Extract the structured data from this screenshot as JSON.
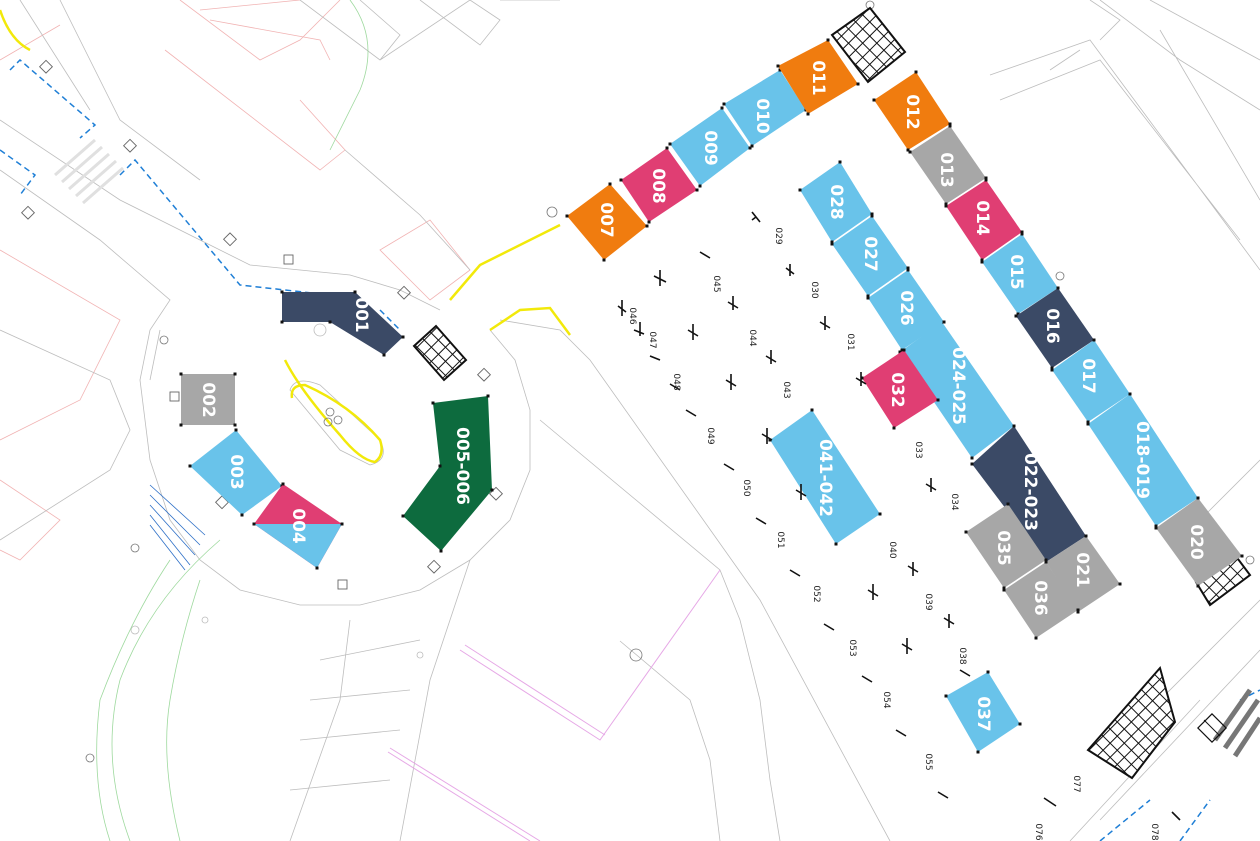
{
  "colors": {
    "light_blue": "#69c3ea",
    "orange": "#f07c0f",
    "pink": "#e03e73",
    "gray": "#a7a7a7",
    "navy": "#3b4a66",
    "green": "#0d6b3e"
  },
  "stalls": [
    {
      "id": "s001",
      "label": "001",
      "color": "navy"
    },
    {
      "id": "s002",
      "label": "002",
      "color": "gray"
    },
    {
      "id": "s003",
      "label": "003",
      "color": "light_blue"
    },
    {
      "id": "s004",
      "label": "004",
      "color": "pink"
    },
    {
      "id": "s005",
      "label": "005-006",
      "color": "green"
    },
    {
      "id": "s007",
      "label": "007",
      "color": "orange"
    },
    {
      "id": "s008",
      "label": "008",
      "color": "pink"
    },
    {
      "id": "s009",
      "label": "009",
      "color": "light_blue"
    },
    {
      "id": "s010",
      "label": "010",
      "color": "light_blue"
    },
    {
      "id": "s011",
      "label": "011",
      "color": "orange"
    },
    {
      "id": "s012",
      "label": "012",
      "color": "orange"
    },
    {
      "id": "s013",
      "label": "013",
      "color": "gray"
    },
    {
      "id": "s014",
      "label": "014",
      "color": "pink"
    },
    {
      "id": "s015",
      "label": "015",
      "color": "light_blue"
    },
    {
      "id": "s016",
      "label": "016",
      "color": "navy"
    },
    {
      "id": "s017",
      "label": "017",
      "color": "light_blue"
    },
    {
      "id": "s018",
      "label": "018-019",
      "color": "light_blue"
    },
    {
      "id": "s020",
      "label": "020",
      "color": "gray"
    },
    {
      "id": "s021",
      "label": "021",
      "color": "gray"
    },
    {
      "id": "s022",
      "label": "022-023",
      "color": "navy"
    },
    {
      "id": "s024",
      "label": "024-025",
      "color": "light_blue"
    },
    {
      "id": "s026",
      "label": "026",
      "color": "light_blue"
    },
    {
      "id": "s027",
      "label": "027",
      "color": "light_blue"
    },
    {
      "id": "s028",
      "label": "028",
      "color": "light_blue"
    },
    {
      "id": "s032",
      "label": "032",
      "color": "pink"
    },
    {
      "id": "s035",
      "label": "035",
      "color": "gray"
    },
    {
      "id": "s036",
      "label": "036",
      "color": "gray"
    },
    {
      "id": "s037",
      "label": "037",
      "color": "light_blue"
    },
    {
      "id": "s041",
      "label": "041-042",
      "color": "light_blue"
    }
  ],
  "spots": [
    "029",
    "030",
    "031",
    "033",
    "034",
    "038",
    "039",
    "040",
    "043",
    "044",
    "045",
    "046",
    "047",
    "048",
    "049",
    "050",
    "051",
    "052",
    "053",
    "054",
    "055",
    "076",
    "077",
    "078"
  ]
}
